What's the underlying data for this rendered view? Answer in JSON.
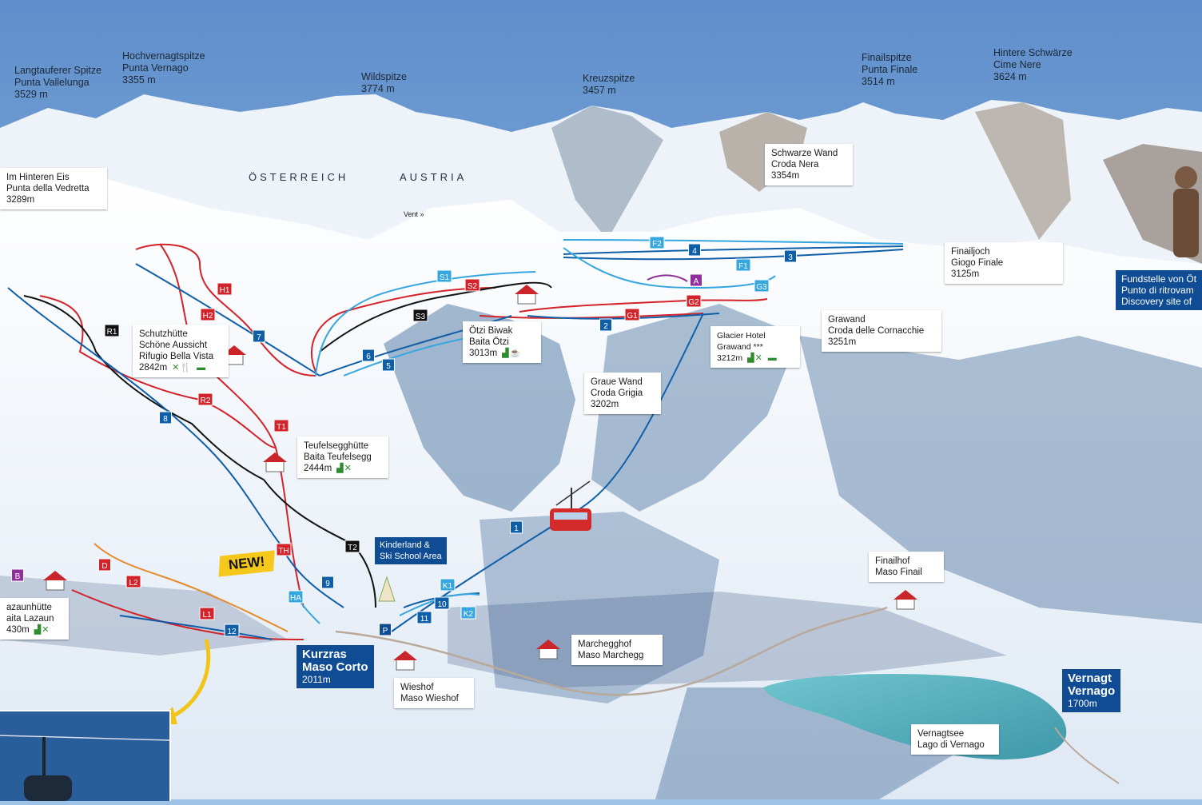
{
  "peaks": [
    {
      "name": "Langtauferer Spitze",
      "alt_name": "Punta Vallelunga",
      "elev": "3529 m"
    },
    {
      "name": "Hochvernagtspitze",
      "alt_name": "Punta Vernago",
      "elev": "3355 m"
    },
    {
      "name": "Wildspitze",
      "alt_name": "",
      "elev": "3774 m"
    },
    {
      "name": "Kreuzspitze",
      "alt_name": "",
      "elev": "3457 m"
    },
    {
      "name": "Finailspitze",
      "alt_name": "Punta Finale",
      "elev": "3514 m"
    },
    {
      "name": "Hintere Schwärze",
      "alt_name": "Cime Nere",
      "elev": "3624 m"
    }
  ],
  "region": {
    "de": "ÖSTERREICH",
    "en": "AUSTRIA",
    "vent": "Vent »"
  },
  "info_boxes": {
    "hinteren_eis": {
      "line1": "Im Hinteren Eis",
      "line2": "Punta della Vedretta",
      "elev": "3289m"
    },
    "schwarze_wand": {
      "line1": "Schwarze Wand",
      "line2": "Croda Nera",
      "elev": "3354m"
    },
    "finailjoch": {
      "line1": "Finailjoch",
      "line2": "Giogo Finale",
      "elev": "3125m"
    },
    "grawand": {
      "line1": "Grawand",
      "line2": "Croda delle Cornacchie",
      "elev": "3251m"
    },
    "schutzhuette": {
      "line1": "Schutzhütte",
      "line2": "Schöne Aussicht",
      "line3": "Rifugio Bella Vista",
      "elev": "2842m"
    },
    "oetzi_biwak": {
      "line1": "Ötzi Biwak",
      "line2": "Baita Ötzi",
      "elev": "3013m"
    },
    "glacier_hotel": {
      "line1": "Glacier Hotel",
      "line2": "Grawand ***",
      "elev": "3212m"
    },
    "graue_wand": {
      "line1": "Graue Wand",
      "line2": "Croda Grigia",
      "elev": "3202m"
    },
    "teufelsegg": {
      "line1": "Teufelsegghütte",
      "line2": "Baita Teufelsegg",
      "elev": "2444m"
    },
    "lazaun": {
      "line1": "azaunhütte",
      "line2": "aita Lazaun",
      "elev": "430m"
    },
    "finailhof": {
      "line1": "Finailhof",
      "line2": "Maso Finail"
    },
    "marchegghof": {
      "line1": "Marchegghof",
      "line2": "Maso Marchegg"
    },
    "wieshof": {
      "line1": "Wieshof",
      "line2": "Maso Wieshof"
    },
    "vernagtsee": {
      "line1": "Vernagtsee",
      "line2": "Lago di Vernago"
    }
  },
  "discovery": {
    "line1": "Fundstelle von Öt",
    "line2": "Punto di ritrovam",
    "line3": "Discovery site of"
  },
  "kurzras": {
    "name": "Kurzras",
    "alt": "Maso Corto",
    "elev": "2011m"
  },
  "vernagt": {
    "name": "Vernagt",
    "alt": "Vernago",
    "elev": "1700m"
  },
  "kinderland": {
    "line1": "Kinderland &",
    "line2": "Ski School Area"
  },
  "new_badge": "NEW!",
  "run_markers": [
    {
      "label": "H1",
      "color": "#d2232a"
    },
    {
      "label": "H2",
      "color": "#d2232a"
    },
    {
      "label": "R2",
      "color": "#d2232a"
    },
    {
      "label": "T1",
      "color": "#d2232a"
    },
    {
      "label": "TH",
      "color": "#d2232a"
    },
    {
      "label": "D",
      "color": "#d2232a"
    },
    {
      "label": "L2",
      "color": "#d2232a"
    },
    {
      "label": "L1",
      "color": "#d2232a"
    },
    {
      "label": "S2",
      "color": "#d2232a"
    },
    {
      "label": "G1",
      "color": "#d2232a"
    },
    {
      "label": "G2",
      "color": "#d2232a"
    },
    {
      "label": "R1",
      "color": "#111111"
    },
    {
      "label": "S3",
      "color": "#111111"
    },
    {
      "label": "T2",
      "color": "#111111"
    },
    {
      "label": "7",
      "color": "#0f5fa8"
    },
    {
      "label": "6",
      "color": "#0f5fa8"
    },
    {
      "label": "5",
      "color": "#0f5fa8"
    },
    {
      "label": "8",
      "color": "#0f5fa8"
    },
    {
      "label": "9",
      "color": "#0f5fa8"
    },
    {
      "label": "4",
      "color": "#0f5fa8"
    },
    {
      "label": "3",
      "color": "#0f5fa8"
    },
    {
      "label": "2",
      "color": "#0f5fa8"
    },
    {
      "label": "1",
      "color": "#0f5fa8"
    },
    {
      "label": "10",
      "color": "#0f5fa8"
    },
    {
      "label": "11",
      "color": "#0f5fa8"
    },
    {
      "label": "12",
      "color": "#0f5fa8"
    },
    {
      "label": "S1",
      "color": "#36a6df"
    },
    {
      "label": "F2",
      "color": "#36a6df"
    },
    {
      "label": "F1",
      "color": "#36a6df"
    },
    {
      "label": "G3",
      "color": "#36a6df"
    },
    {
      "label": "K1",
      "color": "#36a6df"
    },
    {
      "label": "K2",
      "color": "#36a6df"
    },
    {
      "label": "HA",
      "color": "#36a6df"
    },
    {
      "label": "A",
      "color": "#8e2f9a"
    },
    {
      "label": "B",
      "color": "#8e2f9a"
    },
    {
      "label": "P",
      "color": "#0f4c93"
    }
  ]
}
